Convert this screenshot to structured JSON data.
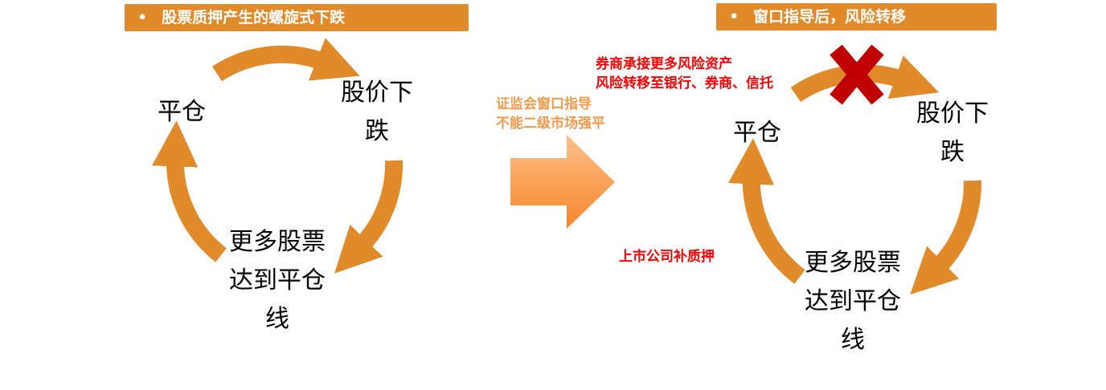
{
  "left": {
    "header": "股票质押产生的螺旋式下跌",
    "nodes": {
      "pingcang": "平仓",
      "drop_1": "股价下",
      "drop_2": "跌",
      "more_1": "更多股票",
      "more_2": "达到平仓",
      "more_3": "线"
    }
  },
  "middle": {
    "line1": "证监会窗口指导",
    "line2": "不能二级市场强平"
  },
  "right": {
    "header": "窗口指导后，风险转移",
    "risk_1": "券商承接更多风险资产",
    "risk_2": "风险转移至银行、券商、信托",
    "supplement": "上市公司补质押",
    "nodes": {
      "pingcang": "平仓",
      "drop_1": "股价下",
      "drop_2": "跌",
      "more_1": "更多股票",
      "more_2": "达到平仓",
      "more_3": "线"
    }
  },
  "bullet": "•",
  "colors": {
    "arc": "#e08a2a",
    "header": "#e08a2a",
    "cross": "#c00000",
    "red_text": "#ff0000"
  }
}
